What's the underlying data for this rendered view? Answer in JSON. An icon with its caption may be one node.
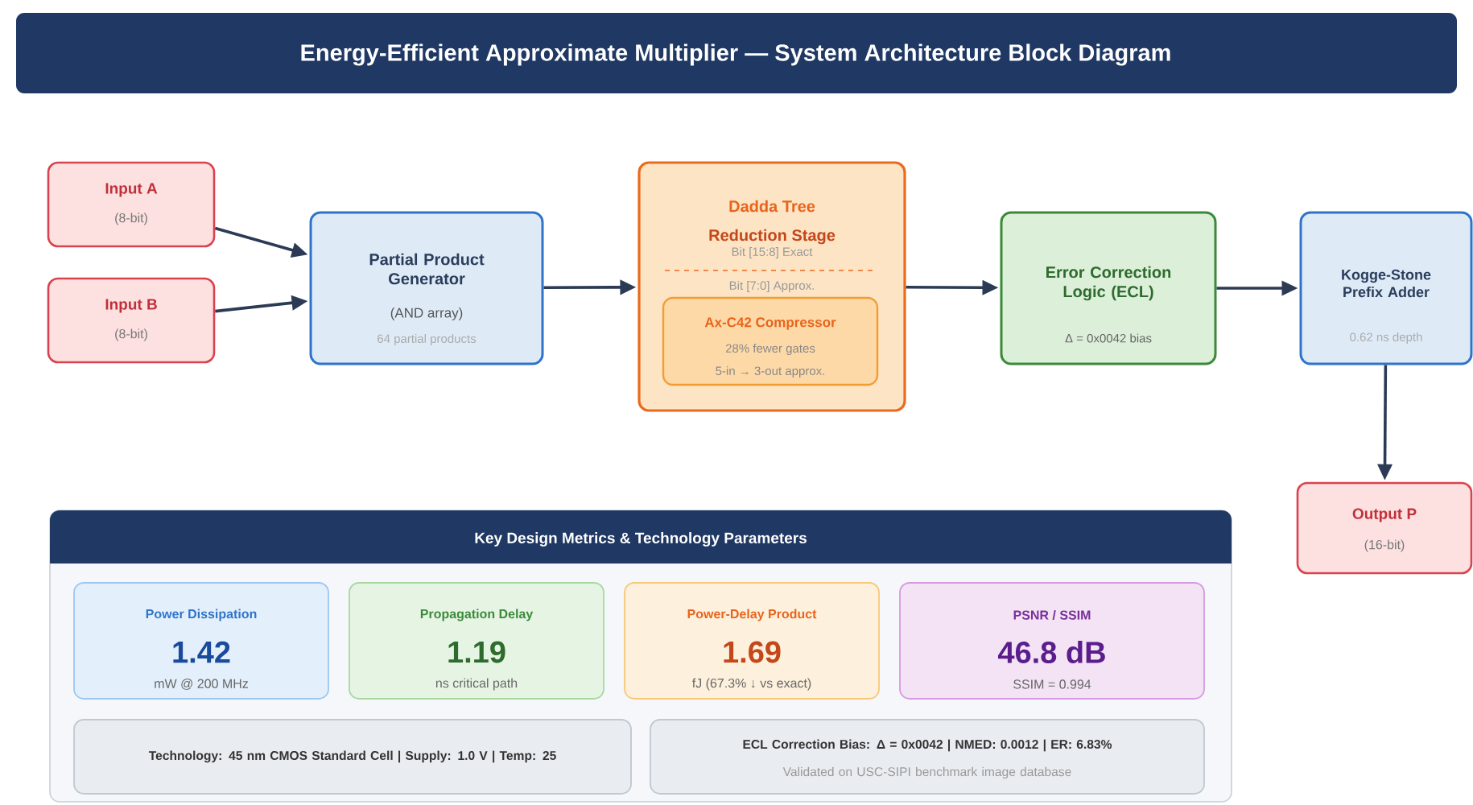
{
  "diagram": {
    "title": "Energy-Efficient Approximate Multiplier — System Architecture Block Diagram",
    "nodes": [
      {
        "text": [
          "Input A",
          "(8-bit)"
        ]
      },
      {
        "text": [
          "Input B",
          "(8-bit)"
        ]
      },
      {
        "text": [
          "Partial Product Generator",
          "(AND array)",
          "64 partial products"
        ]
      },
      {
        "text": [
          "Dadda Tree",
          "Reduction Stage",
          "Bit [15:8] Exact",
          "Bit [7:0] Approx."
        ]
      },
      {
        "text": [
          "Ax-C42 Compressor",
          "28% fewer gates",
          "5-in → 3-out approx."
        ],
        "in": 3
      },
      {
        "text": [
          "Error Correction Logic (ECL)",
          "Δ = 0x0042 bias"
        ]
      },
      {
        "text": [
          "Kogge-Stone Prefix Adder",
          "0.62 ns depth"
        ]
      },
      {
        "text": [
          "Output P",
          "(16-bit)"
        ]
      },
      {
        "text": [
          "Key Design Metrics & Technology Parameters"
        ]
      },
      {
        "text": [
          "Power Dissipation",
          "1.42",
          "mW @ 200 MHz"
        ],
        "in": 8
      },
      {
        "text": [
          "Propagation Delay",
          "1.19",
          "ns critical path"
        ],
        "in": 8
      },
      {
        "text": [
          "Power-Delay Product",
          "1.69",
          "fJ (67.3% ↓ vs exact)"
        ],
        "in": 8
      },
      {
        "text": [
          "PSNR / SSIM",
          "46.8 dB",
          "SSIM = 0.994"
        ],
        "in": 8
      },
      {
        "text": [
          "Technology: 45 nm CMOS Standard Cell | Supply: 1.0 V | Temp: 25"
        ],
        "in": 8
      },
      {
        "text": [
          "ECL Correction Bias: Δ = 0x0042 | NMED: 0.0012 | ER: 6.83%",
          "Validated on USC-SIPI benchmark image database"
        ],
        "in": 8
      }
    ],
    "edges": [
      {
        "from": 0,
        "to": 2,
        "arrow": "to"
      },
      {
        "from": 1,
        "to": 2,
        "arrow": "to"
      },
      {
        "from": 2,
        "to": 3,
        "arrow": "to"
      },
      {
        "from": 3,
        "to": 5,
        "arrow": "to"
      },
      {
        "from": 5,
        "to": 6,
        "arrow": "to"
      },
      {
        "from": 6,
        "to": 7,
        "arrow": "to"
      }
    ]
  }
}
